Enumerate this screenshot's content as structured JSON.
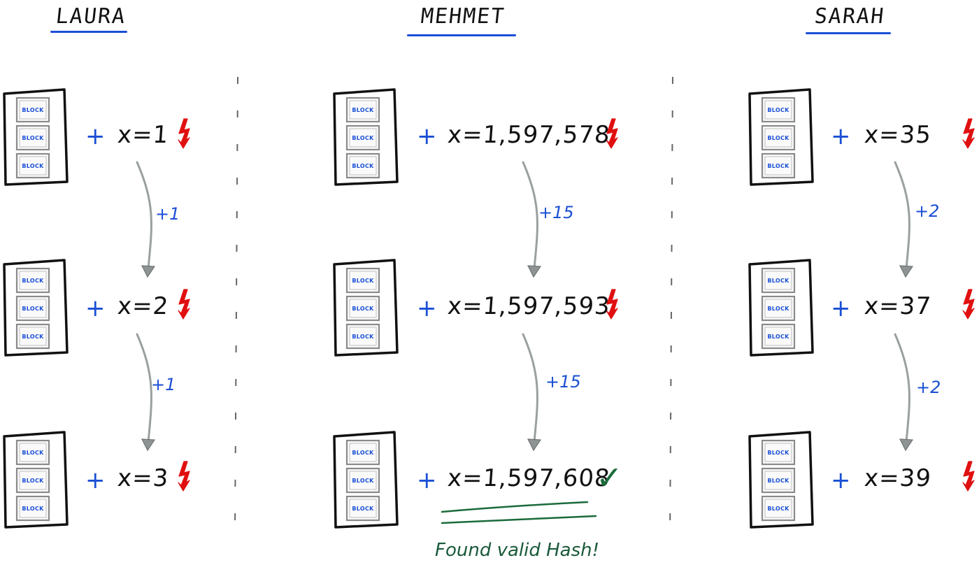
{
  "miners": [
    {
      "name": "LAURA",
      "rows": [
        {
          "value": "x=1",
          "status": "fail"
        },
        {
          "value": "x=2",
          "status": "fail"
        },
        {
          "value": "x=3",
          "status": "fail"
        }
      ],
      "steps": [
        "+1",
        "+1"
      ]
    },
    {
      "name": "MEHMET",
      "rows": [
        {
          "value": "x=1,597,578",
          "status": "fail"
        },
        {
          "value": "x=1,597,593",
          "status": "fail"
        },
        {
          "value": "x=1,597,608",
          "status": "success"
        }
      ],
      "steps": [
        "+15",
        "+15"
      ]
    },
    {
      "name": "SARAH",
      "rows": [
        {
          "value": "x=35",
          "status": "fail"
        },
        {
          "value": "x=37",
          "status": "fail"
        },
        {
          "value": "x=39",
          "status": "fail"
        }
      ],
      "steps": [
        "+2",
        "+2"
      ]
    }
  ],
  "block_label": "BLOCK",
  "plus_sign": "+",
  "success_mark": "✓",
  "found_message": "Found valid Hash!",
  "colors": {
    "accent_blue": "#1a4fd6",
    "fail_red": "#e01010",
    "success_green": "#1a6b3a",
    "arrow_gray": "#9aa0a0"
  }
}
